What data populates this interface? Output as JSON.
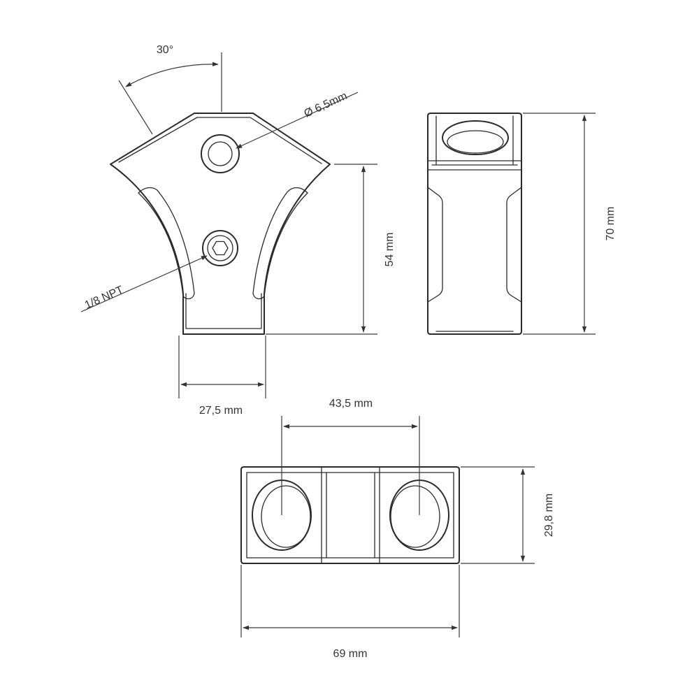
{
  "drawing": {
    "labels": {
      "angle": "30°",
      "bore_diameter": "Ø 6,5mm",
      "port_thread": "1/8 NPT",
      "front_height": "54 mm",
      "front_width": "27,5 mm",
      "side_height": "70 mm",
      "hole_spacing": "43,5 mm",
      "top_height": "29,8 mm",
      "top_width": "69 mm"
    }
  }
}
